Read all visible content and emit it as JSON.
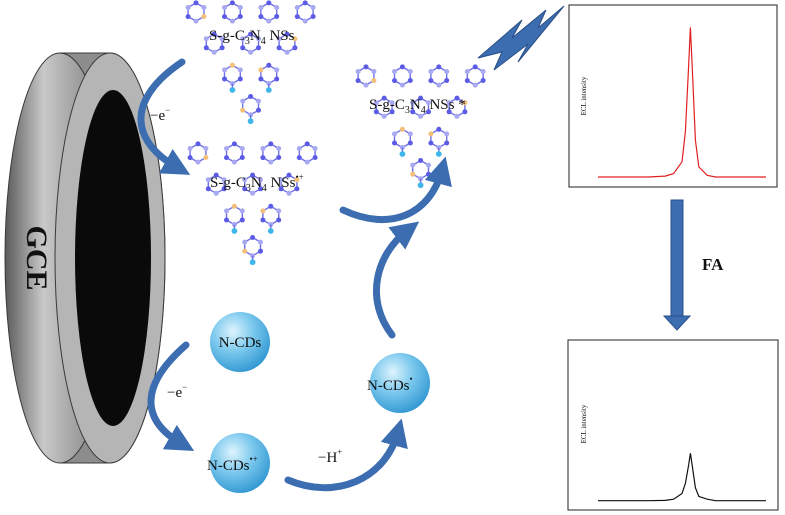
{
  "electrode": {
    "label": "GCE"
  },
  "species": {
    "sgcn": {
      "base": "S-g-C",
      "sub1": "3",
      "mid": "N",
      "sub2": "4",
      "tail": " NSs"
    },
    "sgcn_radical_cation_sup": "•+",
    "sgcn_excited_tail": " NSs *",
    "ncds": "N-CDs",
    "ncds_radical_cation_sup": "•+",
    "ncds_radical_sup": "•"
  },
  "steps": {
    "oxidation_sgcn": "−e",
    "oxidation_ncds": "−e",
    "electron_sup": "−",
    "deprotonation": "−H",
    "proton_sup": "+"
  },
  "analyte": {
    "label": "FA"
  },
  "colors": {
    "arrow": "#3c6db1",
    "sphere": "#36a9df",
    "signal_high": "#e02020",
    "signal_low": "#111111"
  },
  "chart_data": [
    {
      "type": "line",
      "title": "",
      "xlabel": "",
      "ylabel": "ECL intensity",
      "xlim": [
        0,
        100
      ],
      "ylim": [
        0,
        100
      ],
      "series": [
        {
          "x": [
            0,
            10,
            20,
            30,
            40,
            45,
            50,
            52,
            54,
            55,
            56,
            58,
            60,
            65,
            70,
            80,
            90,
            100
          ],
          "values": [
            3,
            3,
            3,
            3,
            3.5,
            5,
            12,
            30,
            70,
            92,
            70,
            25,
            9,
            4,
            3,
            3,
            3,
            3
          ]
        }
      ]
    },
    {
      "type": "line",
      "title": "",
      "xlabel": "",
      "ylabel": "ECL intensity",
      "xlim": [
        0,
        100
      ],
      "ylim": [
        0,
        100
      ],
      "series": [
        {
          "x": [
            0,
            10,
            20,
            30,
            40,
            45,
            50,
            52,
            54,
            55,
            56,
            58,
            60,
            65,
            70,
            80,
            90,
            100
          ],
          "values": [
            3,
            3,
            3,
            3,
            3.2,
            4,
            8,
            15,
            28,
            36,
            28,
            12,
            6,
            4,
            3,
            3,
            3,
            3
          ]
        }
      ]
    }
  ]
}
